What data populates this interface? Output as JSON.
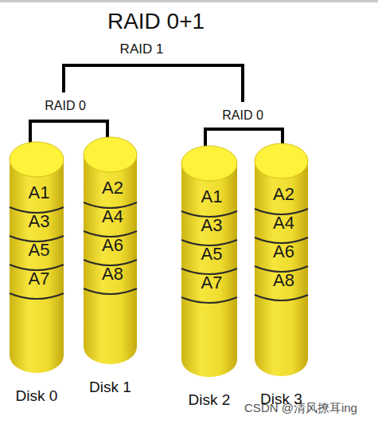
{
  "diagram": {
    "title": "RAID 0+1",
    "nodes": [
      {
        "text": [
          "A1",
          "A3",
          "A5",
          "A7",
          "Disk 0"
        ]
      },
      {
        "text": [
          "A2",
          "A4",
          "A6",
          "A8",
          "Disk 1"
        ]
      },
      {
        "text": [
          "A1",
          "A3",
          "A5",
          "A7",
          "Disk 2"
        ]
      },
      {
        "text": [
          "A2",
          "A4",
          "A6",
          "A8",
          "Disk 3"
        ]
      }
    ],
    "labels": [
      "RAID 1",
      "RAID 0",
      "RAID 0",
      "CSDN @清风撩耳ing"
    ]
  }
}
